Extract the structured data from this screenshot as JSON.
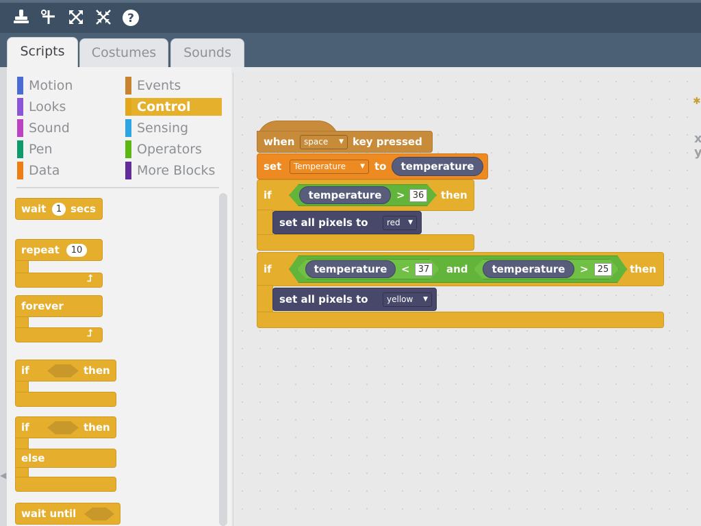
{
  "toolbar": {
    "icons": [
      "duplicate-stamp-icon",
      "delete-scissors-icon",
      "grow-icon",
      "shrink-icon",
      "help-icon"
    ]
  },
  "tabs": [
    {
      "label": "Scripts",
      "active": true
    },
    {
      "label": "Costumes",
      "active": false
    },
    {
      "label": "Sounds",
      "active": false
    }
  ],
  "categories": [
    {
      "label": "Motion",
      "color": "#4a6cd4"
    },
    {
      "label": "Looks",
      "color": "#8a55d7"
    },
    {
      "label": "Sound",
      "color": "#bb42c3"
    },
    {
      "label": "Pen",
      "color": "#0e9a6c"
    },
    {
      "label": "Data",
      "color": "#ee7d16"
    },
    {
      "label": "Events",
      "color": "#c88330"
    },
    {
      "label": "Control",
      "color": "#e1a91a",
      "selected": true
    },
    {
      "label": "Sensing",
      "color": "#2ca5e2"
    },
    {
      "label": "Operators",
      "color": "#5cb712"
    },
    {
      "label": "More Blocks",
      "color": "#632d99"
    }
  ],
  "palette_blocks": {
    "wait": {
      "pre": "wait",
      "value": "1",
      "post": "secs"
    },
    "repeat": {
      "label": "repeat",
      "value": "10"
    },
    "forever": {
      "label": "forever"
    },
    "if_then": {
      "if": "if",
      "then": "then"
    },
    "if_else": {
      "if": "if",
      "then": "then",
      "else": "else"
    },
    "wait_until": {
      "label": "wait until"
    }
  },
  "script": {
    "hat": {
      "when": "when",
      "key": "space",
      "rest": "key pressed"
    },
    "set_var": {
      "set": "set",
      "var": "Temperature",
      "to": "to",
      "value": "temperature"
    },
    "if1": {
      "if": "if",
      "reporter": "temperature",
      "op": ">",
      "value": "36",
      "then": "then",
      "action": {
        "label": "set all pixels to",
        "color": "red"
      }
    },
    "if2": {
      "if": "if",
      "reporter1": "temperature",
      "op1": "<",
      "value1": "37",
      "and": "and",
      "reporter2": "temperature",
      "op2": ">",
      "value2": "25",
      "then": "then",
      "action": {
        "label": "set all pixels to",
        "color": "yellow"
      }
    }
  },
  "sprite_peek": {
    "x": "x",
    "y": "y"
  }
}
